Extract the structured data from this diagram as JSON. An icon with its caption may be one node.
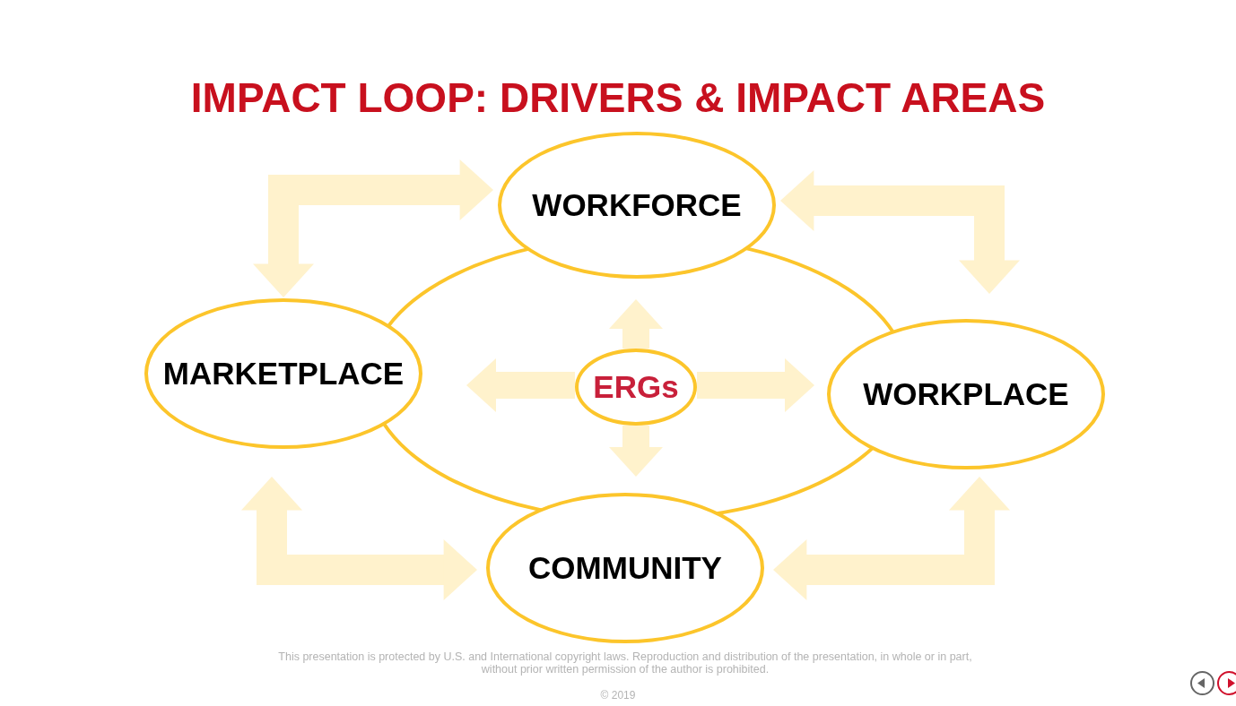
{
  "diagram": {
    "title": "IMPACT LOOP: DRIVERS & IMPACT AREAS",
    "nodes": [
      {
        "text": [
          "WORKFORCE"
        ]
      },
      {
        "text": [
          "MARKETPLACE"
        ]
      },
      {
        "text": [
          "ERGs"
        ]
      },
      {
        "text": [
          "WORKPLACE"
        ]
      },
      {
        "text": [
          "COMMUNITY"
        ]
      }
    ],
    "edges": [
      {
        "from": 1,
        "to": 0,
        "arrow": "both"
      },
      {
        "from": 0,
        "to": 3,
        "arrow": "both"
      },
      {
        "from": 1,
        "to": 4,
        "arrow": "both"
      },
      {
        "from": 3,
        "to": 4,
        "arrow": "both"
      },
      {
        "from": 2,
        "to": 0,
        "arrow": "to"
      },
      {
        "from": 2,
        "to": 1,
        "arrow": "to"
      },
      {
        "from": 2,
        "to": 3,
        "arrow": "to"
      },
      {
        "from": 2,
        "to": 4,
        "arrow": "to"
      }
    ],
    "labels": [
      "This presentation is protected by U.S. and International copyright laws. Reproduction and distribution of the presentation, in whole or in part, without prior written permission of the author is prohibited.",
      "© 2019"
    ]
  }
}
